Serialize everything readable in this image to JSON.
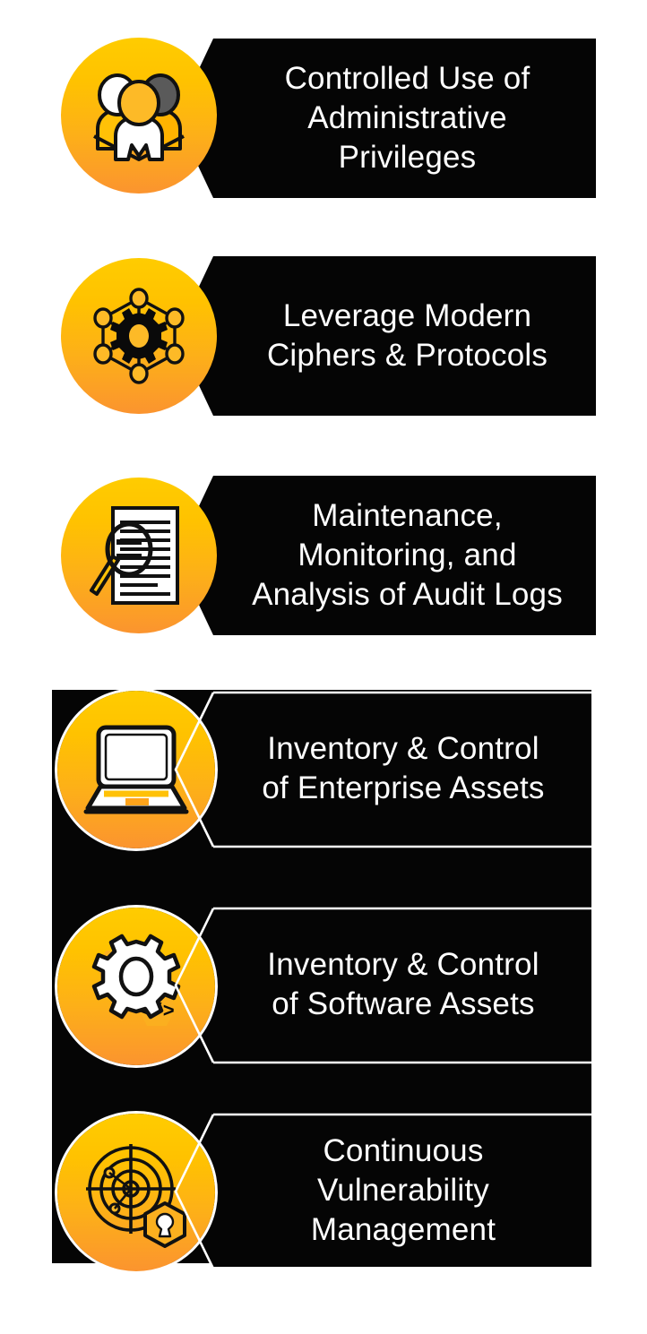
{
  "theme": {
    "background": "#ffffff",
    "badge_color": "#050505",
    "text_color": "#ffffff",
    "gradient_top": "#FFCC00",
    "gradient_bottom": "#FB942F",
    "outline_color": "#ffffff"
  },
  "sections": [
    {
      "id": "section-one",
      "items": [
        {
          "index": 1,
          "title": "Controlled Use of\nAdministrative\nPrivileges",
          "icon": "users-group-icon"
        },
        {
          "index": 2,
          "title": "Leverage Modern\nCiphers & Protocols",
          "icon": "network-gear-icon"
        },
        {
          "index": 3,
          "title": "Maintenance,\nMonitoring, and\nAnalysis of Audit Logs",
          "icon": "document-magnifier-icon"
        }
      ]
    },
    {
      "id": "section-two",
      "items": [
        {
          "index": 4,
          "title": "Inventory & Control\nof Enterprise Assets",
          "icon": "laptop-icon"
        },
        {
          "index": 5,
          "title": "Inventory & Control\nof Software Assets",
          "icon": "gear-code-icon"
        },
        {
          "index": 6,
          "title": "Continuous\nVulnerability\nManagement",
          "icon": "radar-lock-icon"
        }
      ]
    }
  ]
}
